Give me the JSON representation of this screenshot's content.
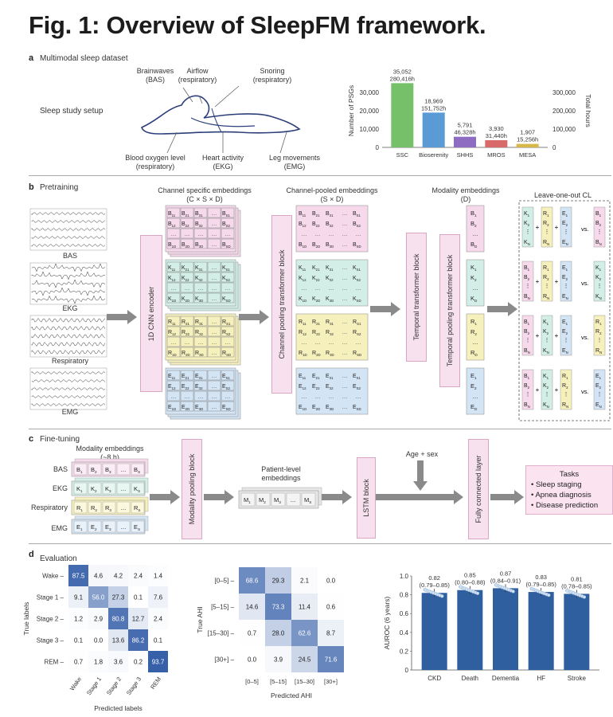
{
  "title": "Fig. 1: Overview of SleepFM framework.",
  "colors": {
    "pink": "#f6d9ea",
    "teal": "#d3eee6",
    "yellow": "#f6f0bc",
    "blue": "#d3e4f4",
    "arrow": "#8a8a8a",
    "bar": "#2f5f9f",
    "heat": "#2956a3"
  },
  "a": {
    "letter": "a",
    "heading": "Multimodal sleep dataset",
    "setup_label": "Sleep study setup",
    "signals": [
      "Brainwaves\n(BAS)",
      "Airflow\n(respiratory)",
      "Snoring\n(respiratory)",
      "Blood oxygen level\n(respiratory)",
      "Heart activity\n(EKG)",
      "Leg movements\n(EMG)"
    ],
    "chart_data": {
      "type": "bar",
      "categories": [
        "SSC",
        "Bioserenity",
        "SHHS",
        "MROS",
        "MESA"
      ],
      "values": [
        35052,
        18969,
        5791,
        3930,
        1907
      ],
      "hours_labels": [
        "280,416h",
        "151,752h",
        "46,328h",
        "31,440h",
        "15,256h"
      ],
      "count_labels": [
        "35,052",
        "18,969",
        "5,791",
        "3,930",
        "1,907"
      ],
      "colors": [
        "#77c06a",
        "#5b9bd5",
        "#8e6cc2",
        "#d86a6a",
        "#d9b84a"
      ],
      "ylabel": "Number of PSGs",
      "y2label": "Total hours",
      "yticks": [
        "0",
        "10,000",
        "20,000",
        "30,000"
      ],
      "y2ticks": [
        "0",
        "100,000",
        "200,000",
        "300,000"
      ],
      "ylim": [
        0,
        40000
      ]
    }
  },
  "b": {
    "letter": "b",
    "heading": "Pretraining",
    "signals": [
      "BAS",
      "EKG",
      "Respiratory",
      "EMG"
    ],
    "col_headers": [
      "Channel specific embeddings\n(C × S × D)",
      "Channel-pooled embeddings\n(S × D)",
      "Modality embeddings\n(D)",
      "Leave-one-out CL"
    ],
    "blocks": [
      "1D CNN encoder",
      "Channel pooling transformer block",
      "Temporal transformer block",
      "Temporal pooling transformer block"
    ],
    "letters": [
      "B",
      "K",
      "R",
      "E"
    ],
    "grid_row1": [
      "11",
      "21",
      "31",
      "…",
      "S1"
    ],
    "grid_row2": [
      "12",
      "22",
      "32",
      "…",
      "S2"
    ],
    "grid_rowN": [
      "1D",
      "2D",
      "3D",
      "…",
      "SD"
    ],
    "vs": "vs."
  },
  "c": {
    "letter": "c",
    "heading": "Fine-tuning",
    "modality_header": "Modality embeddings\n(~8 h)",
    "rows": [
      "BAS",
      "EKG",
      "Respiratory",
      "EMG"
    ],
    "blocks": [
      "Modality pooling block",
      "LSTM block",
      "Fully connected layer"
    ],
    "patient_header": "Patient-level\nembeddings",
    "age_sex": "Age + sex",
    "tasks_title": "Tasks",
    "tasks": [
      "• Sleep staging",
      "• Apnea diagnosis",
      "• Disease prediction"
    ]
  },
  "d": {
    "letter": "d",
    "heading": "Evaluation",
    "cm1": {
      "ylabel": "True labels",
      "xlabel": "Predicted labels",
      "labels": [
        "Wake",
        "Stage 1",
        "Stage 2",
        "Stage 3",
        "REM"
      ],
      "values": [
        [
          87.5,
          4.6,
          4.2,
          2.4,
          1.4
        ],
        [
          9.1,
          56.0,
          27.3,
          0.1,
          7.6
        ],
        [
          1.2,
          2.9,
          80.8,
          12.7,
          2.4
        ],
        [
          0.1,
          0.0,
          13.6,
          86.2,
          0.1
        ],
        [
          0.7,
          1.8,
          3.6,
          0.2,
          93.7
        ]
      ]
    },
    "cm2": {
      "ylabel": "True AHI",
      "xlabel": "Predicted AHI",
      "labels": [
        "[0–5]",
        "[5–15]",
        "[15–30]",
        "[30+]"
      ],
      "values": [
        [
          68.6,
          29.3,
          2.1,
          0.0
        ],
        [
          14.6,
          73.3,
          11.4,
          0.6
        ],
        [
          0.7,
          28.0,
          62.6,
          8.7
        ],
        [
          0.0,
          3.9,
          24.5,
          71.6
        ]
      ]
    },
    "chart_data": {
      "type": "bar",
      "categories": [
        "CKD",
        "Death",
        "Dementia",
        "HF",
        "Stroke"
      ],
      "values": [
        0.82,
        0.85,
        0.87,
        0.83,
        0.81
      ],
      "labels": [
        "0.82\n(0.79–0.85)",
        "0.85\n(0.80–0.88)",
        "0.87\n(0.84–0.91)",
        "0.83\n(0.79–0.85)",
        "0.81\n(0.78–0.85)"
      ],
      "ylabel": "AUROC (6 years)",
      "yticks": [
        "0",
        "0.2",
        "0.4",
        "0.6",
        "0.8",
        "1.0"
      ],
      "ylim": [
        0,
        1.0
      ]
    }
  }
}
